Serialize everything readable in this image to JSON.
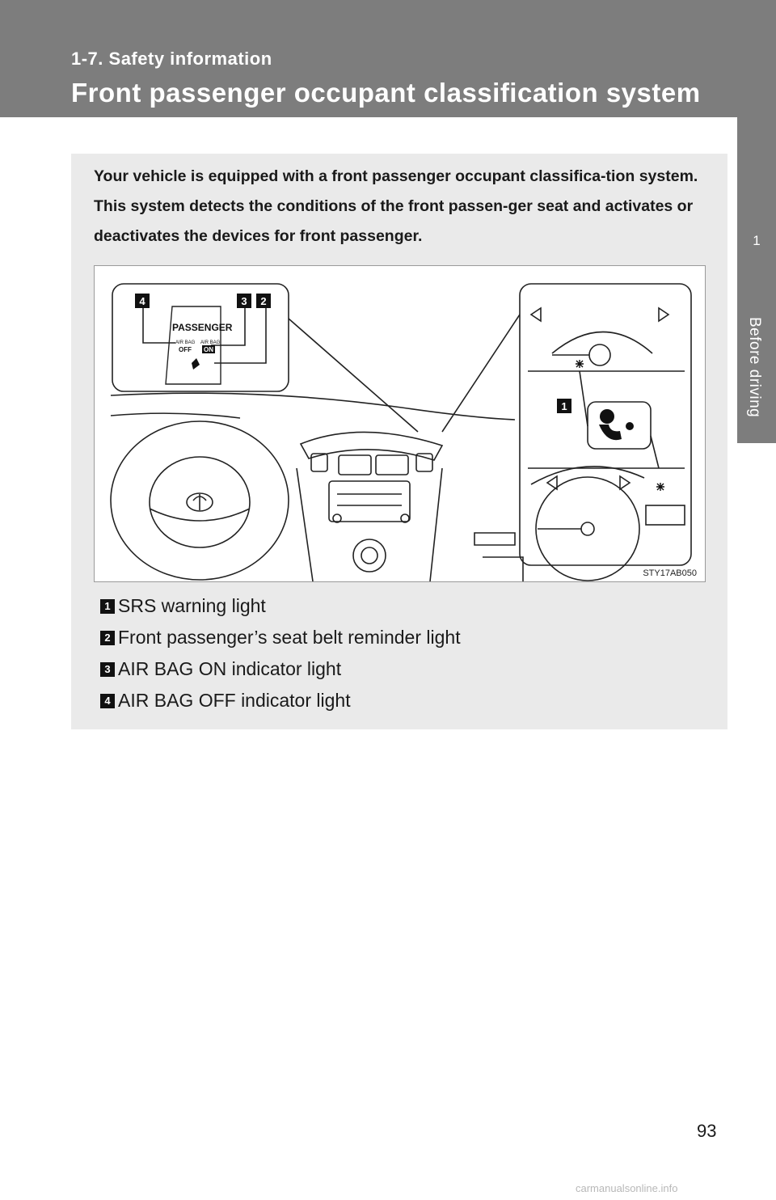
{
  "header": {
    "section_label": "1-7. Safety information",
    "title": "Front passenger occupant classification system"
  },
  "side_tab": {
    "chapter": "1",
    "text": "Before driving"
  },
  "intro_text": "Your vehicle is equipped with a front passenger occupant classifica-tion system. This system detects the conditions of the front passen-ger seat and activates or deactivates the devices for front passenger.",
  "figure": {
    "code": "STY17AB050",
    "panel_text": {
      "passenger": "PASSENGER",
      "airbag_left": "AIR BAG",
      "off": "OFF",
      "airbag_right": "AIR BAG",
      "on": "ON"
    },
    "callouts": [
      "1",
      "2",
      "3",
      "4"
    ]
  },
  "legend": [
    {
      "num": "1",
      "label": "SRS warning light"
    },
    {
      "num": "2",
      "label": "Front passenger’s seat belt reminder light"
    },
    {
      "num": "3",
      "label": "AIR BAG ON indicator light"
    },
    {
      "num": "4",
      "label": "AIR BAG OFF indicator light"
    }
  ],
  "page_number": "93",
  "watermark": "carmanualsonline.info",
  "colors": {
    "header_bg": "#7d7d7d",
    "panel_bg": "#eaeaea"
  }
}
